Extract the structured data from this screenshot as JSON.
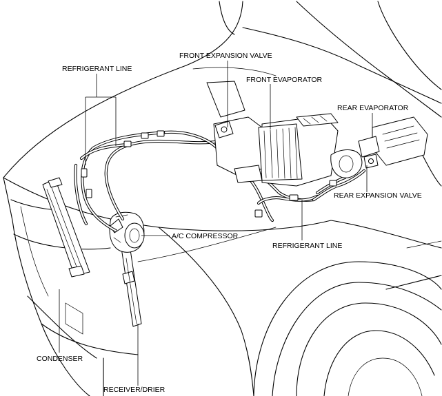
{
  "labels": {
    "refrigerant_line_top": "REFRIGERANT LINE",
    "front_expansion_valve": "FRONT EXPANSION VALVE",
    "front_evaporator": "FRONT EVAPORATOR",
    "rear_evaporator": "REAR EVAPORATOR",
    "rear_expansion_valve": "REAR EXPANSION VALVE",
    "ac_compressor": "A/C COMPRESSOR",
    "refrigerant_line_bottom": "REFRIGERANT LINE",
    "condenser": "CONDENSER",
    "receiver_drier": "RECEIVER/DRIER"
  }
}
